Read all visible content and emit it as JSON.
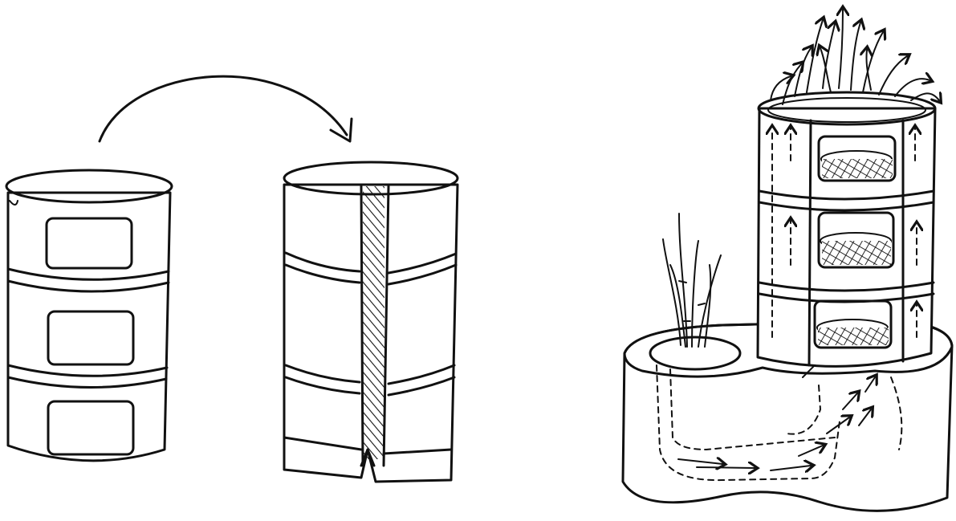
{
  "figure": {
    "panels": [
      {
        "name": "drum-with-windows",
        "description_icon": "barrel-icon"
      },
      {
        "name": "split-drum",
        "description_icon": "barrel-icon"
      },
      {
        "name": "filter-tower-with-pond",
        "description_icon": "tower-icon"
      }
    ],
    "colors": {
      "ink": "#111111",
      "paper": "#ffffff"
    }
  }
}
